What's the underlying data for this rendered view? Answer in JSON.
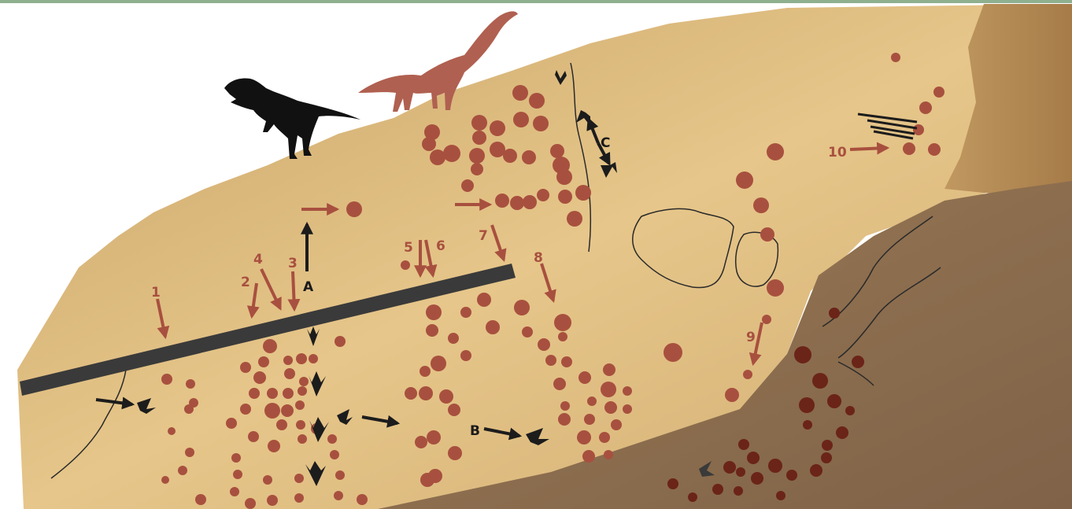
{
  "diagram": {
    "track_labels": [
      "1",
      "2",
      "3",
      "4",
      "5",
      "6",
      "7",
      "8",
      "9",
      "10"
    ],
    "letter_labels": [
      "A",
      "B",
      "C"
    ]
  },
  "colors": {
    "sky": "#ffffff",
    "top_band": "#8fb08f",
    "sandstone_light": "#e9c98c",
    "sandstone_mid": "#cfaa6c",
    "cliff_face": "#a77e4c",
    "shadow_rock": "#8a6b4c",
    "track_marker": "#a8503f",
    "dark_print": "#6b2418",
    "footprint_black": "#1c1c1c",
    "crack_line": "#2a2a2a",
    "boundary_bar": "#3a3a3a",
    "sauropod": "#b06050",
    "theropod": "#111111"
  }
}
